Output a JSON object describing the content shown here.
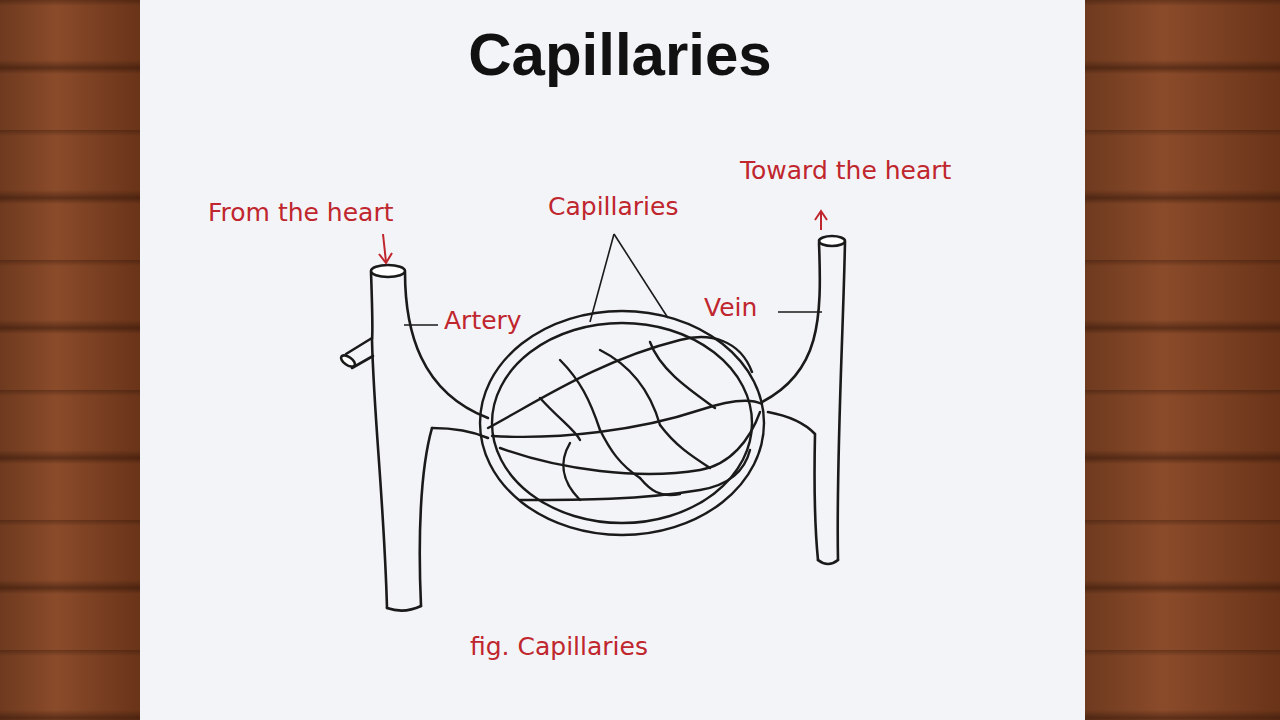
{
  "diagram": {
    "title": "Capillaries",
    "caption": "fig. Capillaries",
    "labels": [
      "From the heart",
      "Toward the heart",
      "Capillaries",
      "Artery",
      "Vein"
    ]
  }
}
